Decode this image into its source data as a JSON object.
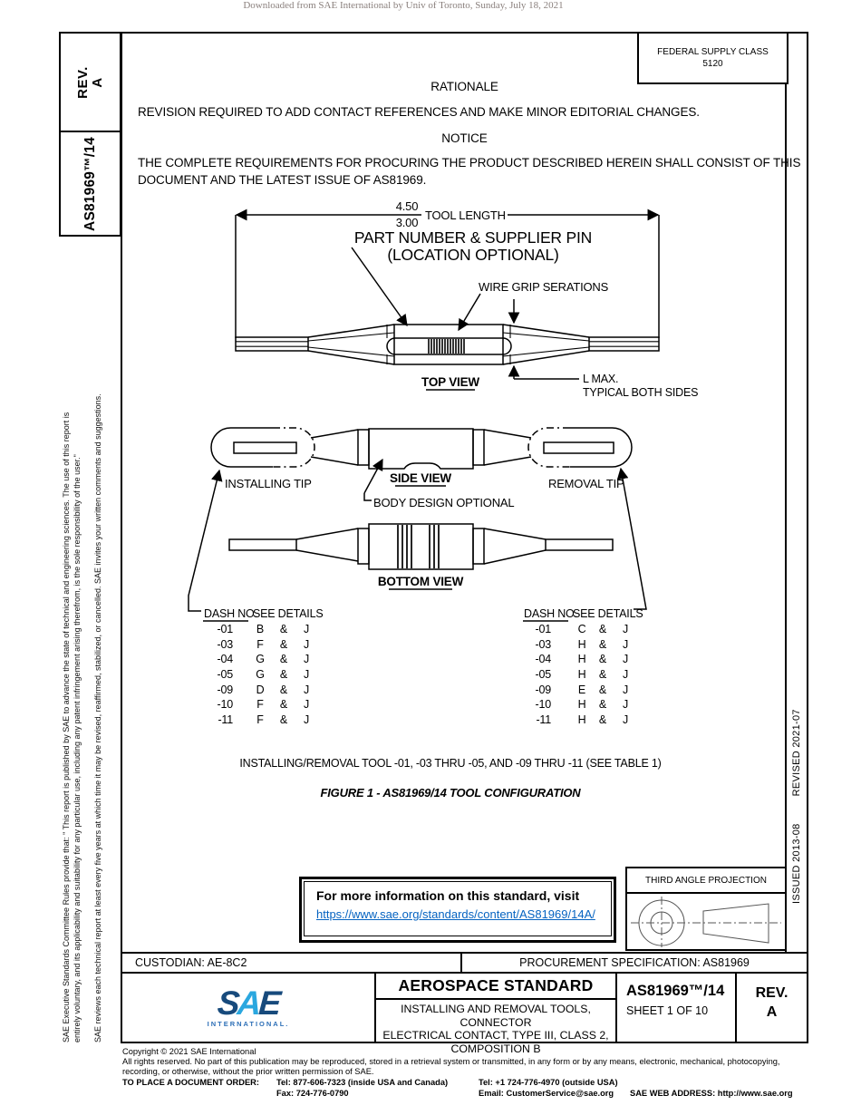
{
  "watermark": {
    "text": "Downloaded from SAE International by Univ of Toronto, Sunday, July 18, 2021"
  },
  "left_sidebar": {
    "rev_label": "REV.",
    "rev_value": "A",
    "doc_number": "AS81969™/14",
    "legal_p1_line1": "SAE Executive Standards Committee Rules provide that: \" This report is published by SAE to advance the state of technical and engineering sciences. The use of this report is",
    "legal_p1_line2": "entirely voluntary, and its applicability and suitability for any particular use, including any patent infringement arising therefrom, is the sole responsibility of the user.\"",
    "legal_p2": "SAE reviews each technical report at least every five years at which time it may be revised, reaffirmed, stabilized, or cancelled. SAE invites your written comments and suggestions."
  },
  "right_sidebar": {
    "issued": "ISSUED 2013-08",
    "revised": "REVISED 2021-07"
  },
  "fsc_box": {
    "line1": "FEDERAL SUPPLY CLASS",
    "line2": "5120"
  },
  "rationale": {
    "title": "RATIONALE",
    "body": "REVISION REQUIRED TO ADD CONTACT REFERENCES AND MAKE MINOR EDITORIAL CHANGES."
  },
  "notice": {
    "title": "NOTICE",
    "line1": "THE COMPLETE REQUIREMENTS FOR PROCURING THE PRODUCT DESCRIBED HEREIN SHALL CONSIST OF THIS",
    "line2": "DOCUMENT AND THE LATEST ISSUE OF AS81969."
  },
  "figure": {
    "dim_upper": "4.50",
    "dim_lower": "3.00",
    "dim_label": "TOOL LENGTH",
    "part_pin_line1": "PART NUMBER & SUPPLIER PIN",
    "part_pin_line2": "(LOCATION OPTIONAL)",
    "wire_grip": "WIRE GRIP SERATIONS",
    "top_view": "TOP VIEW",
    "l_max": "L MAX.",
    "typical": "TYPICAL BOTH SIDES",
    "installing_tip": "INSTALLING  TIP",
    "side_view": "SIDE VIEW",
    "removal_tip": "REMOVAL TIP",
    "body_design": "BODY DESIGN OPTIONAL",
    "bottom_view": "BOTTOM VIEW",
    "left_table": {
      "h1": "DASH NO.",
      "h2": "SEE DETAILS",
      "rows": [
        {
          "no": "-01",
          "a": "B",
          "amp": "&",
          "b": "J"
        },
        {
          "no": "-03",
          "a": "F",
          "amp": "&",
          "b": "J"
        },
        {
          "no": "-04",
          "a": "G",
          "amp": "&",
          "b": "J"
        },
        {
          "no": "-05",
          "a": "G",
          "amp": "&",
          "b": "J"
        },
        {
          "no": "-09",
          "a": "D",
          "amp": "&",
          "b": "J"
        },
        {
          "no": "-10",
          "a": "F",
          "amp": "&",
          "b": "J"
        },
        {
          "no": "-11",
          "a": "F",
          "amp": "&",
          "b": "J"
        }
      ]
    },
    "right_table": {
      "h1": "DASH NO.",
      "h2": "SEE DETAILS",
      "rows": [
        {
          "no": "-01",
          "a": "C",
          "amp": "&",
          "b": "J"
        },
        {
          "no": "-03",
          "a": "H",
          "amp": "&",
          "b": "J"
        },
        {
          "no": "-04",
          "a": "H",
          "amp": "&",
          "b": "J"
        },
        {
          "no": "-05",
          "a": "H",
          "amp": "&",
          "b": "J"
        },
        {
          "no": "-09",
          "a": "E",
          "amp": "&",
          "b": "J"
        },
        {
          "no": "-10",
          "a": "H",
          "amp": "&",
          "b": "J"
        },
        {
          "no": "-11",
          "a": "H",
          "amp": "&",
          "b": "J"
        }
      ]
    },
    "caption": "INSTALLING/REMOVAL TOOL -01, -03 THRU -05, AND -09 THRU -11 (SEE TABLE 1)",
    "title": "FIGURE 1 - AS81969/14 TOOL CONFIGURATION"
  },
  "info_box": {
    "text": "For more information on this standard, visit",
    "link": "https://www.sae.org/standards/content/AS81969/14A/"
  },
  "projection_box": {
    "title": "THIRD ANGLE PROJECTION"
  },
  "custodian_row": {
    "custodian": "CUSTODIAN: AE-8C2",
    "procurement": "PROCUREMENT SPECIFICATION: AS81969"
  },
  "title_block": {
    "logo_s": "S",
    "logo_a": "A",
    "logo_e": "E",
    "logo_sub": "INTERNATIONAL.",
    "heading": "AEROSPACE STANDARD",
    "subtitle_line1": "INSTALLING AND REMOVAL TOOLS, CONNECTOR",
    "subtitle_line2": "ELECTRICAL CONTACT, TYPE III, CLASS 2,",
    "subtitle_line3": "COMPOSITION B",
    "doc_number": "AS81969™/14",
    "sheet": "SHEET 1 OF 10",
    "rev_label": "REV.",
    "rev_value": "A"
  },
  "footer": {
    "copyright": "Copyright © 2021 SAE International",
    "rights_line1": "All rights reserved. No part of this publication may be reproduced, stored in a retrieval system or transmitted, in any form or by any means, electronic, mechanical, photocopying,",
    "rights_line2": "recording, or otherwise, without the prior written permission of SAE.",
    "order_label": "TO PLACE A DOCUMENT ORDER:",
    "tel_inside": "Tel: 877-606-7323 (inside USA and Canada)",
    "tel_outside": "Tel: +1 724-776-4970 (outside USA)",
    "fax": "Fax: 724-776-0790",
    "email": "Email: CustomerService@sae.org",
    "web": "SAE WEB ADDRESS: http://www.sae.org"
  },
  "colors": {
    "link_blue": "#0563C1",
    "sae_dark_blue": "#174a7c",
    "sae_light_blue": "#2aa7df",
    "watermark_gray": "#8b817e"
  }
}
